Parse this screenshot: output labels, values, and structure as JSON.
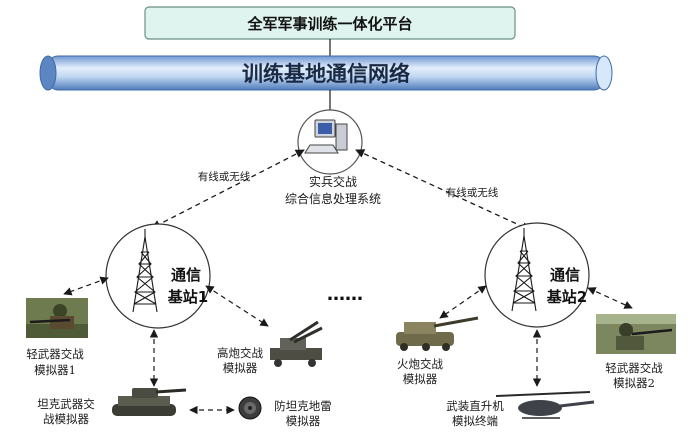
{
  "platform": {
    "label": "全军军事训练一体化平台"
  },
  "network": {
    "label": "训练基地通信网络"
  },
  "center": {
    "line1": "实兵交战",
    "line2": "综合信息处理系统"
  },
  "links": {
    "left": "有线或无线",
    "right": "有线或无线"
  },
  "station1": {
    "line1": "通信",
    "line2": "基站1"
  },
  "station2": {
    "line1": "通信",
    "line2": "基站2"
  },
  "ellipsis": "……",
  "devices": {
    "light_weapon_1": {
      "line1": "轻武器交战",
      "line2": "模拟器1"
    },
    "artillery_left": {
      "line1": "高炮交战",
      "line2": "模拟器"
    },
    "tank": {
      "line1": "坦克武器交",
      "line2": "战模拟器"
    },
    "mine": {
      "line1": "防坦克地雷",
      "line2": "模拟器"
    },
    "artillery_right": {
      "line1": "火炮交战",
      "line2": "模拟器"
    },
    "helicopter": {
      "line1": "武装直升机",
      "line2": "模拟终端"
    },
    "light_weapon_2": {
      "line1": "轻武器交战",
      "line2": "模拟器2"
    }
  },
  "colors": {
    "platform_fill": "#dff4ee",
    "platform_stroke": "#6b8f86",
    "pipe_light": "#d8e8fb",
    "pipe_dark": "#5b86c2",
    "line": "#1a1a1a"
  }
}
